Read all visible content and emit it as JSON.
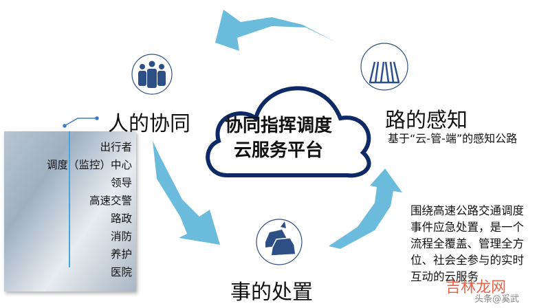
{
  "cloud": {
    "line1": "协同指挥调度",
    "line2": "云服务平台"
  },
  "people": {
    "title": "人的协同",
    "items": [
      "出行者",
      "调度（监控）中心",
      "领导",
      "高速交警",
      "路政",
      "消防",
      "养护",
      "医院"
    ]
  },
  "road": {
    "title": "路的感知",
    "desc": "基于“云-管-端”的感知公路"
  },
  "event": {
    "title": "事的处置",
    "desc": "围绕高速公路交通调度事件应急处置，是一个 流程全覆盖、管理全方位、社会全参与的实时互动的云服务"
  },
  "watermark": {
    "text": "吉林龙网",
    "sub": "头条@奚武"
  },
  "colors": {
    "arrow": "#6bbcdc",
    "cloud": "#0e2a66",
    "icon": "#2d4f86"
  }
}
